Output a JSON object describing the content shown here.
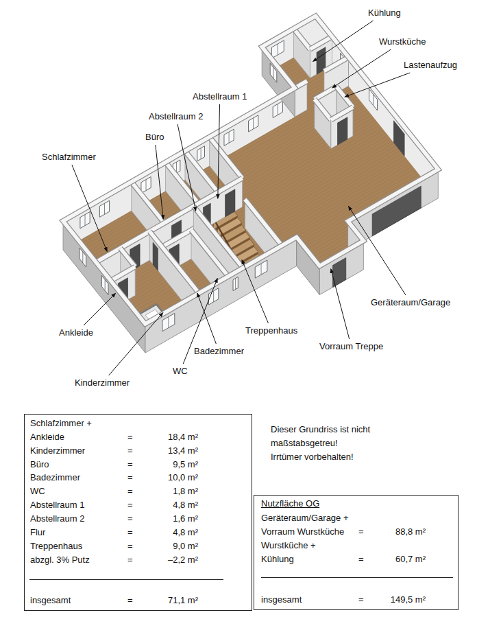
{
  "diagram": {
    "nodes": [
      {
        "text": [
          "Schlafzimmer +",
          "Ankleide",
          "=",
          "18,4 m²",
          "Kinderzimmer",
          "=",
          "13,4 m²",
          "Büro",
          "=",
          "9,5 m²",
          "Badezimmer",
          "=",
          "10,0 m²",
          "WC",
          "=",
          "1,8 m²",
          "Abstellraum 1",
          "=",
          "4,8 m²",
          "Abstellraum 2",
          "=",
          "1,6 m²",
          "Flur",
          "=",
          "4,8 m²",
          "Treppenhaus",
          "=",
          "9,0 m²",
          "abzgl. 3% Putz",
          "=",
          "–2,2 m²",
          "insgesamt",
          "=",
          "71,1 m²"
        ]
      },
      {
        "text": [
          "Nutzfläche OG",
          "Geräteraum/Garage +",
          "Vorraum Wurstküche",
          "=",
          "88,8 m²",
          "Wurstküche +",
          "Kühlung",
          "=",
          "60,7 m²",
          "insgesamt",
          "=",
          "149,5 m²"
        ]
      }
    ],
    "labels": [
      "Kühlung",
      "Wurstküche",
      "Lastenaufzug",
      "Abstellraum 1",
      "Abstellraum 2",
      "Büro",
      "Schlafzimmer",
      "Geräteraum/Garage",
      "Treppenhaus",
      "Ankleide",
      "Vorraum Treppe",
      "Badezimmer",
      "WC",
      "Kinderzimmer",
      "Dieser Grundriss ist nicht maßstabsgetreu!",
      "Irrtümer vorbehalten!"
    ]
  }
}
